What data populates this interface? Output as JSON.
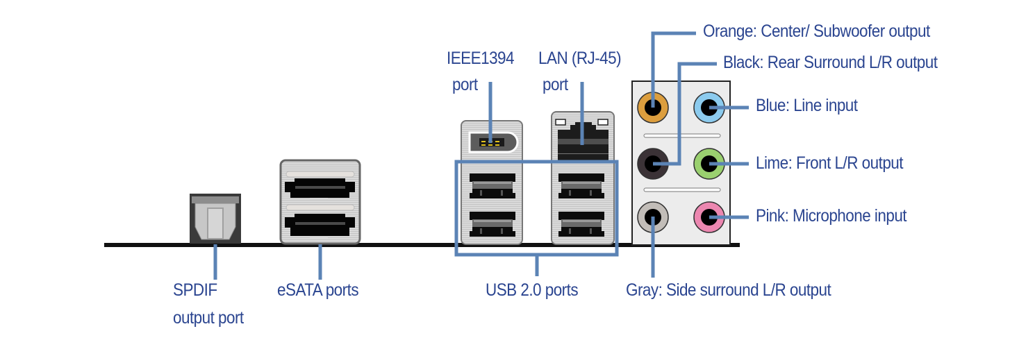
{
  "title": "Rear panel I/O connectors",
  "colors": {
    "label_text": "#2b4590",
    "leader_line": "#5b83b5",
    "jack_orange": "#dc9e3e",
    "jack_blue": "#8ccbee",
    "jack_black": "#3b3236",
    "jack_lime": "#9ad06f",
    "jack_gray": "#c2bdb8",
    "jack_pink": "#ec87b0"
  },
  "labels": {
    "spdif_line1": "SPDIF",
    "spdif_line2": "output port",
    "esata": "eSATA ports",
    "usb": "USB 2.0 ports",
    "ieee_line1": "IEEE1394",
    "ieee_line2": "port",
    "lan_line1": "LAN (RJ-45)",
    "lan_line2": "port",
    "orange": "Orange: Center/ Subwoofer output",
    "black": "Black: Rear Surround L/R output",
    "blue": "Blue: Line input",
    "lime": "Lime: Front L/R output",
    "pink": "Pink: Microphone input",
    "gray": "Gray: Side surround L/R output"
  },
  "audio_jacks": [
    {
      "name": "orange",
      "color_key": "jack_orange"
    },
    {
      "name": "blue",
      "color_key": "jack_blue"
    },
    {
      "name": "black",
      "color_key": "jack_black"
    },
    {
      "name": "lime",
      "color_key": "jack_lime"
    },
    {
      "name": "gray",
      "color_key": "jack_gray"
    },
    {
      "name": "pink",
      "color_key": "jack_pink"
    }
  ]
}
